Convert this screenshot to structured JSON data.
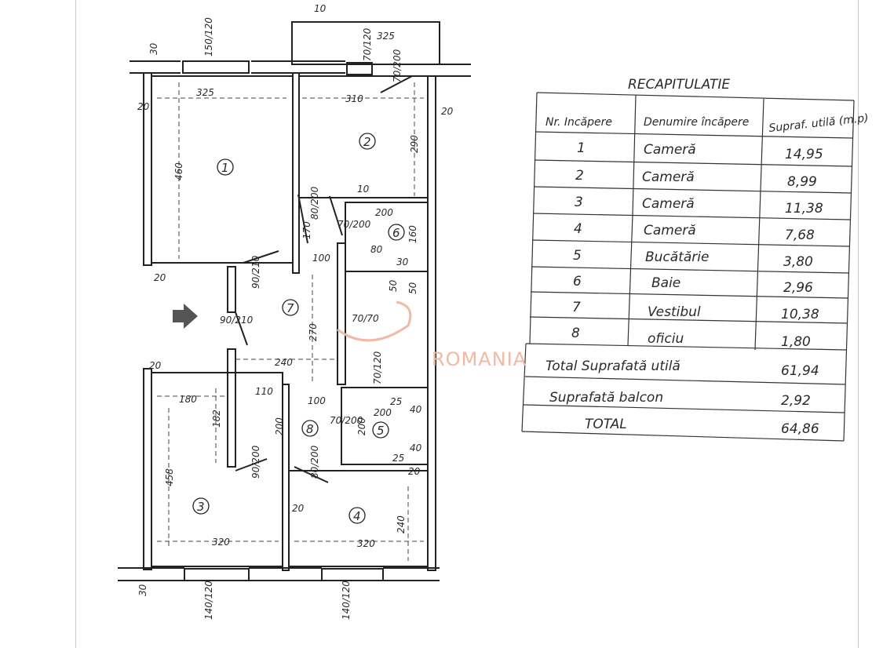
{
  "watermark": "ROMANIA",
  "plan": {
    "room_numbers": [
      "1",
      "2",
      "3",
      "4",
      "5",
      "6",
      "7",
      "8"
    ],
    "dimensions": [
      "325",
      "325",
      "310",
      "460",
      "290",
      "200",
      "160",
      "170",
      "100",
      "80",
      "30",
      "50",
      "50",
      "270",
      "240",
      "180",
      "182",
      "458",
      "320",
      "320",
      "240",
      "110",
      "100",
      "200",
      "200",
      "200",
      "25",
      "40",
      "25",
      "40",
      "20",
      "20",
      "20",
      "20",
      "20",
      "20",
      "30",
      "30",
      "10",
      "10"
    ],
    "door_labels": [
      "150/120",
      "70/120",
      "70/200",
      "80/200",
      "70/200",
      "90/210",
      "90/210",
      "70/70",
      "70/120",
      "70/200",
      "80/200",
      "90/200",
      "140/120",
      "140/120"
    ]
  },
  "summary": {
    "title": "RECAPITULATIE",
    "headers": {
      "nr": "Nr. Incăpere",
      "name": "Denumire încăpere",
      "area": "Supraf. utilă (m.p)"
    },
    "rows": [
      {
        "nr": "1",
        "name": "Cameră",
        "area": "14,95"
      },
      {
        "nr": "2",
        "name": "Cameră",
        "area": "8,99"
      },
      {
        "nr": "3",
        "name": "Cameră",
        "area": "11,38"
      },
      {
        "nr": "4",
        "name": "Cameră",
        "area": "7,68"
      },
      {
        "nr": "5",
        "name": "Bucătărie",
        "area": "3,80"
      },
      {
        "nr": "6",
        "name": "Baie",
        "area": "2,96"
      },
      {
        "nr": "7",
        "name": "Vestibul",
        "area": "10,38"
      },
      {
        "nr": "8",
        "name": "oficiu",
        "area": "1,80"
      }
    ],
    "total_useful": {
      "label": "Total Suprafată utilă",
      "value": "61,94"
    },
    "balcony": {
      "label": "Suprafată balcon",
      "value": "2,92"
    },
    "total": {
      "label": "TOTAL",
      "value": "64,86"
    }
  }
}
